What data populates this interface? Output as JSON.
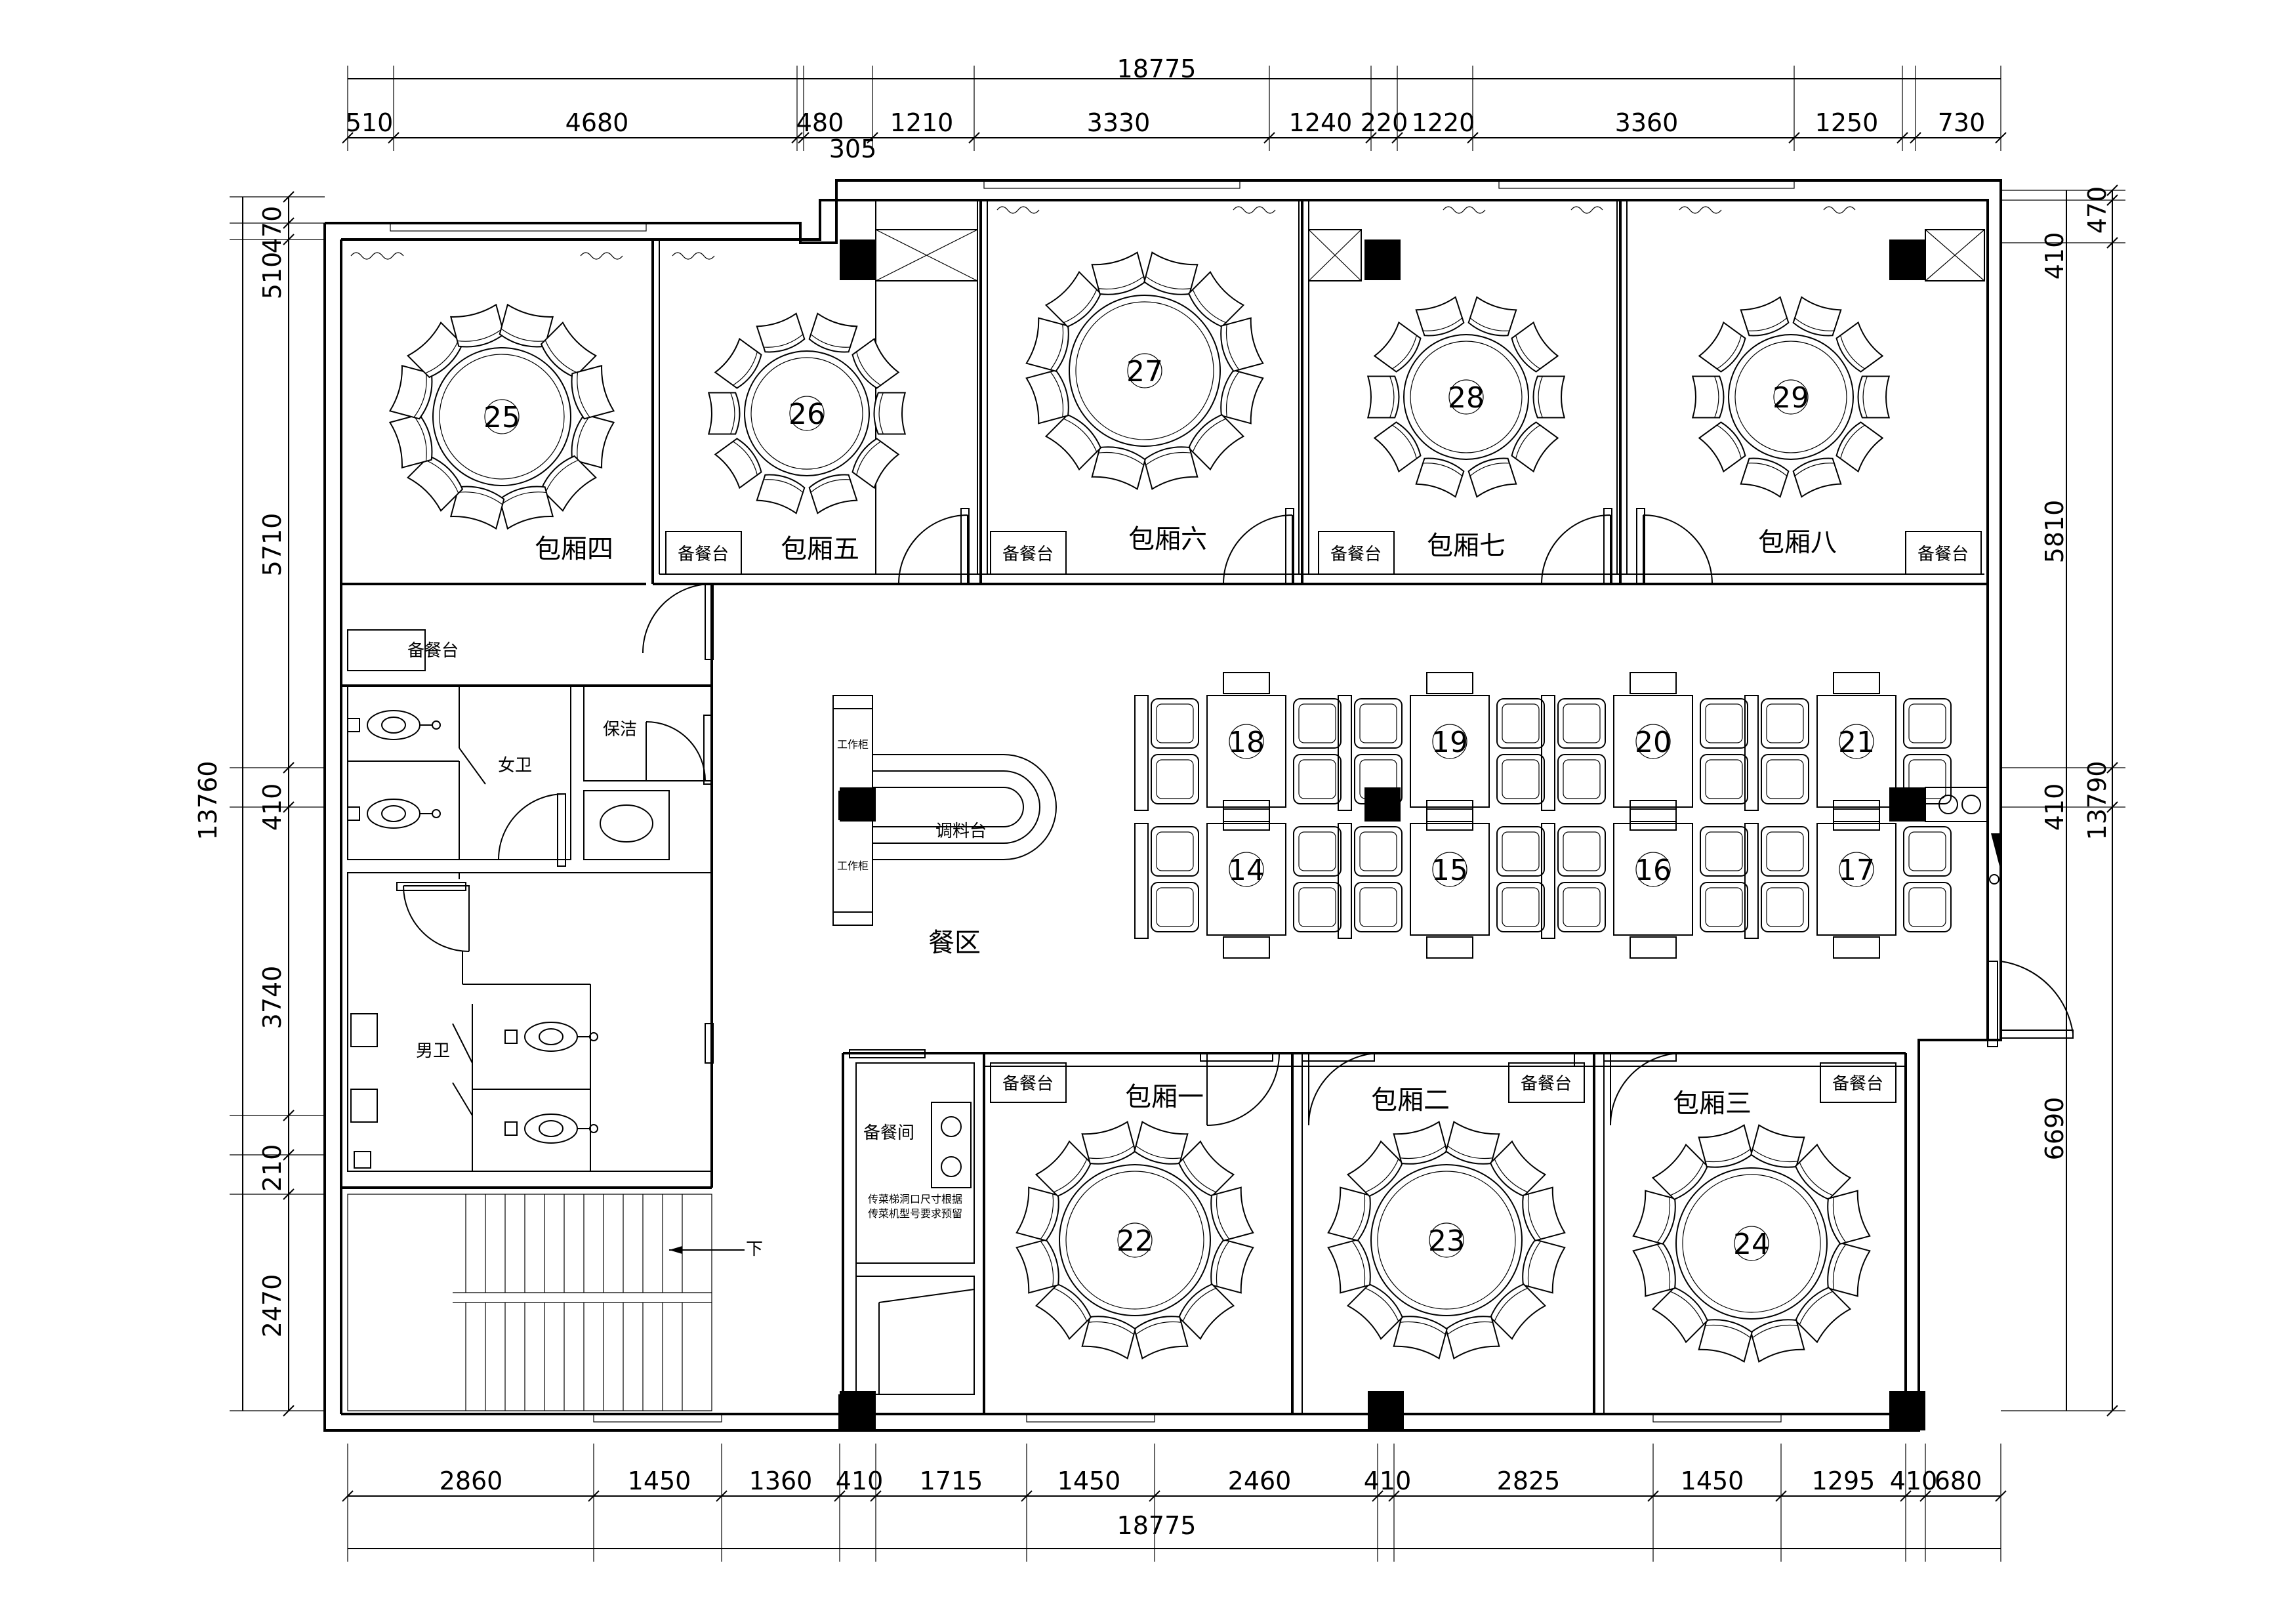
{
  "dimensions": {
    "top_total": "18775",
    "top_segments": [
      "510",
      "4680",
      "480",
      "1210",
      "3330",
      "1240",
      "220",
      "1220",
      "3360",
      "1250",
      "730"
    ],
    "top_sub": "305",
    "bottom_segments": [
      "2860",
      "1450",
      "1360",
      "410",
      "1715",
      "1450",
      "2460",
      "410",
      "2825",
      "1450",
      "1295",
      "410",
      "680"
    ],
    "bottom_total": "18775",
    "left_total": "13760",
    "left_segments": [
      "510",
      "470",
      "5710",
      "410",
      "3740",
      "210",
      "2470"
    ],
    "right_total": "13790",
    "right_segments": [
      "410",
      "470",
      "5810",
      "410",
      "6690"
    ]
  },
  "rooms": {
    "box4": "包厢四",
    "box5": "包厢五",
    "box6": "包厢六",
    "box7": "包厢七",
    "box8": "包厢八",
    "box1": "包厢一",
    "box2": "包厢二",
    "box3": "包厢三",
    "dining": "餐区",
    "womens": "女卫",
    "mens": "男卫",
    "cleaning": "保洁",
    "prep": "备餐间",
    "sauce": "调料台",
    "cabinet": "工作柜",
    "down": "下"
  },
  "serving_label": "备餐台",
  "prep_note": [
    "传菜梯洞口尺寸根据",
    "传菜机型号要求预留"
  ],
  "round_tables": [
    {
      "id": "25",
      "label": "25"
    },
    {
      "id": "26",
      "label": "26"
    },
    {
      "id": "27",
      "label": "27"
    },
    {
      "id": "28",
      "label": "28"
    },
    {
      "id": "29",
      "label": "29"
    },
    {
      "id": "22",
      "label": "22"
    },
    {
      "id": "23",
      "label": "23"
    },
    {
      "id": "24",
      "label": "24"
    }
  ],
  "rect_tables": [
    {
      "id": "18",
      "label": "18"
    },
    {
      "id": "19",
      "label": "19"
    },
    {
      "id": "20",
      "label": "20"
    },
    {
      "id": "21",
      "label": "21"
    },
    {
      "id": "14",
      "label": "14"
    },
    {
      "id": "15",
      "label": "15"
    },
    {
      "id": "16",
      "label": "16"
    },
    {
      "id": "17",
      "label": "17"
    }
  ]
}
